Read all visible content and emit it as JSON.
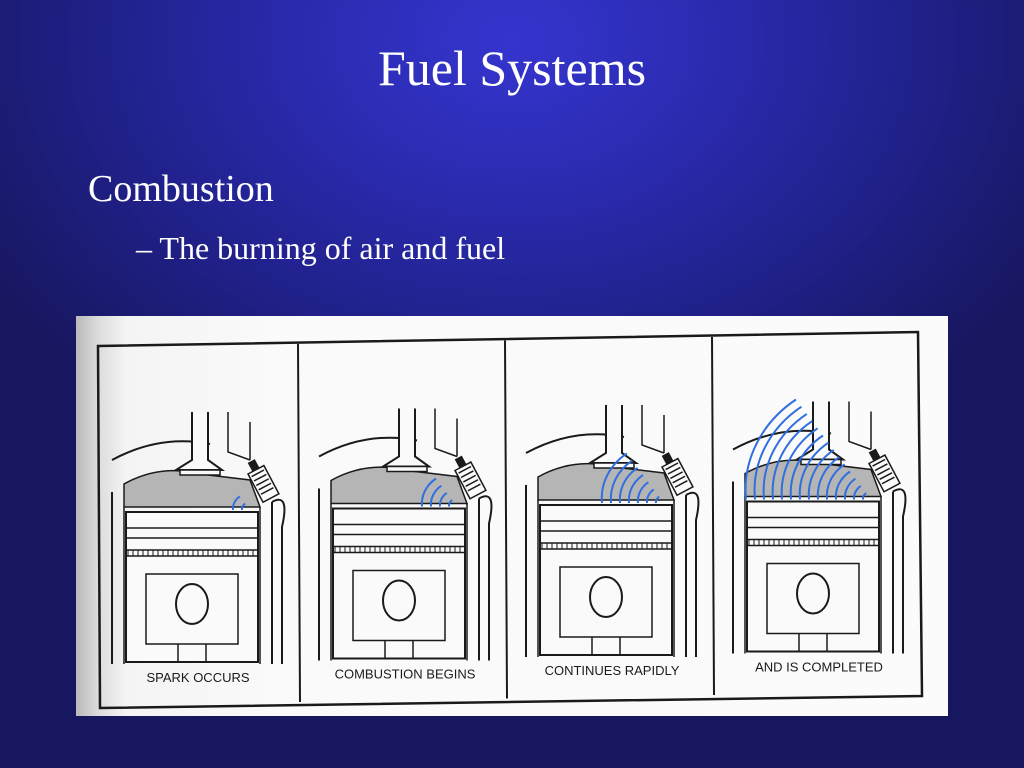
{
  "slide": {
    "title": "Fuel Systems",
    "bullet": "Combustion",
    "sub_bullet": "– The burning of air and fuel"
  },
  "figure": {
    "panels": [
      {
        "caption": "SPARK OCCURS",
        "flame_level": 0.05
      },
      {
        "caption": "COMBUSTION BEGINS",
        "flame_level": 0.25
      },
      {
        "caption": "CONTINUES RAPIDLY",
        "flame_level": 0.5
      },
      {
        "caption": "AND IS COMPLETED",
        "flame_level": 1.0
      }
    ]
  },
  "colors": {
    "background": "#2a2aae",
    "text": "#ffffff",
    "flame": "#2f6fe0",
    "mixture": "#b5b5b5",
    "ink": "#1a1a1a"
  }
}
